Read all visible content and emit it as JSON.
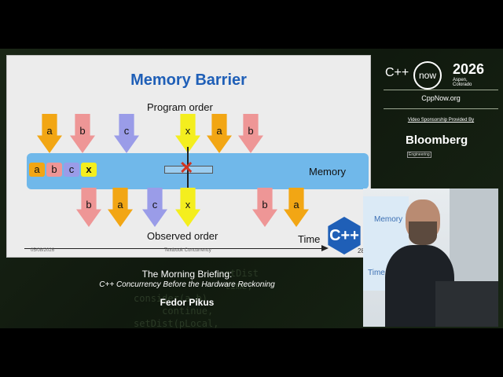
{
  "slide": {
    "title": "Memory Barrier",
    "program_order_label": "Program order",
    "observed_order_label": "Observed order",
    "memory_label": "Memory",
    "time_label": "Time",
    "date": "05/08/2026",
    "footer": "Textbook Concurrency",
    "page": "28",
    "logo_text": "C++",
    "program_arrows": [
      "a",
      "b",
      "c",
      "x",
      "a",
      "b"
    ],
    "memory_items": [
      "a",
      "b",
      "c",
      "x"
    ],
    "observed_arrows": [
      "b",
      "a",
      "c",
      "x",
      "b",
      "a"
    ]
  },
  "branding": {
    "cpp": "C++",
    "now": "now",
    "year": "2026",
    "location": "Aspen, Colorado",
    "website": "CppNow.org",
    "sponsor_label": "Video Sponsorship Provided By",
    "sponsor": "Bloomberg",
    "sponsor_sub": "Engineering"
  },
  "webcam": {
    "text1": "Memory",
    "text2": "Time"
  },
  "talk": {
    "title": "The Morning Briefing:",
    "subtitle": "C++ Concurrency Before the Hardware Reckoning",
    "speaker": "Fedor Pikus"
  },
  "colors": {
    "yellow": "#f2a614",
    "pink": "#ee9696",
    "purple": "#9a9ce8",
    "lime": "#f4ee1e",
    "slide_blue": "#1f5fb7",
    "memory_band": "#70b8ea"
  }
}
